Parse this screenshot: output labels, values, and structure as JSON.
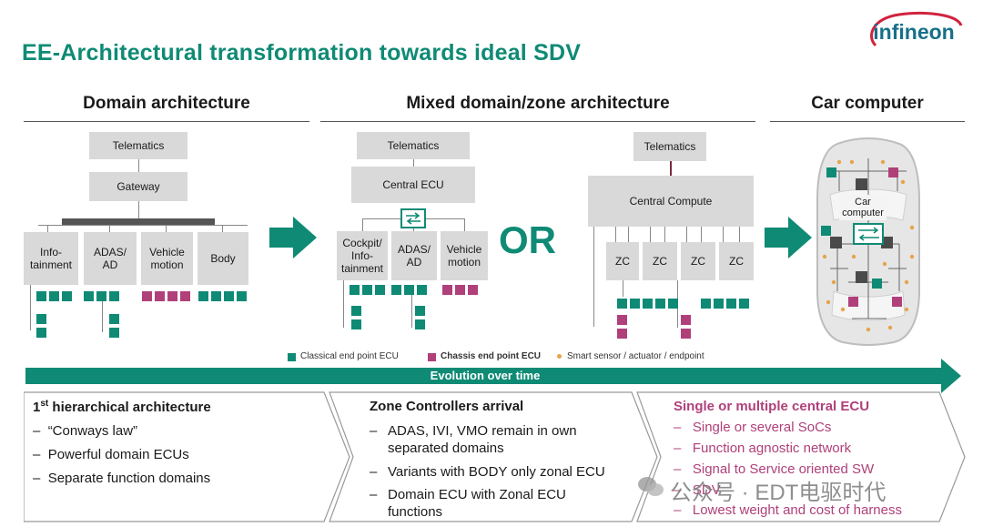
{
  "title": "EE-Architectural transformation towards ideal SDV",
  "logo": "infineon",
  "sections": {
    "domain": "Domain architecture",
    "mixed": "Mixed domain/zone architecture",
    "car": "Car computer"
  },
  "domain_diagram": {
    "telematics": "Telematics",
    "gateway": "Gateway",
    "boxes": [
      "Info-\ntainment",
      "ADAS/\nAD",
      "Vehicle\nmotion",
      "Body"
    ]
  },
  "mixed_diagram": {
    "telematics": "Telematics",
    "central_ecu": "Central ECU",
    "boxes": [
      "Cockpit/\nInfo-\ntainment",
      "ADAS/\nAD",
      "Vehicle\nmotion"
    ]
  },
  "or_label": "OR",
  "zone_diagram": {
    "telematics": "Telematics",
    "central_compute": "Central Compute",
    "zc": [
      "ZC",
      "ZC",
      "ZC",
      "ZC"
    ]
  },
  "car_computer_label": "Car\ncomputer",
  "legend": {
    "classical": "Classical end point ECU",
    "chassis": "Chassis end point ECU",
    "smart": "Smart sensor / actuator / endpoint"
  },
  "colors": {
    "teal": "#0f8a75",
    "magenta": "#b0407a",
    "box": "#d9d9d9"
  },
  "evolution": "Evolution over time",
  "panels": [
    {
      "title_main": "1",
      "title_sup": "st",
      "title_rest": " hierarchical architecture",
      "bullets": [
        "“Conways law”",
        "Powerful domain ECUs",
        "Separate function domains"
      ]
    },
    {
      "title": "Zone Controllers arrival",
      "bullets": [
        "ADAS, IVI, VMO remain in own separated domains",
        "Variants with BODY only zonal ECU",
        "Domain ECU with Zonal ECU functions"
      ]
    },
    {
      "title": "Single or multiple central ECU",
      "bullets": [
        "Single or several SoCs",
        "Function agnostic network",
        "Signal to Service oriented SW",
        "SDV",
        "Lowest weight and cost of harness"
      ]
    }
  ],
  "watermark": "公众号 · EDT电驱时代"
}
